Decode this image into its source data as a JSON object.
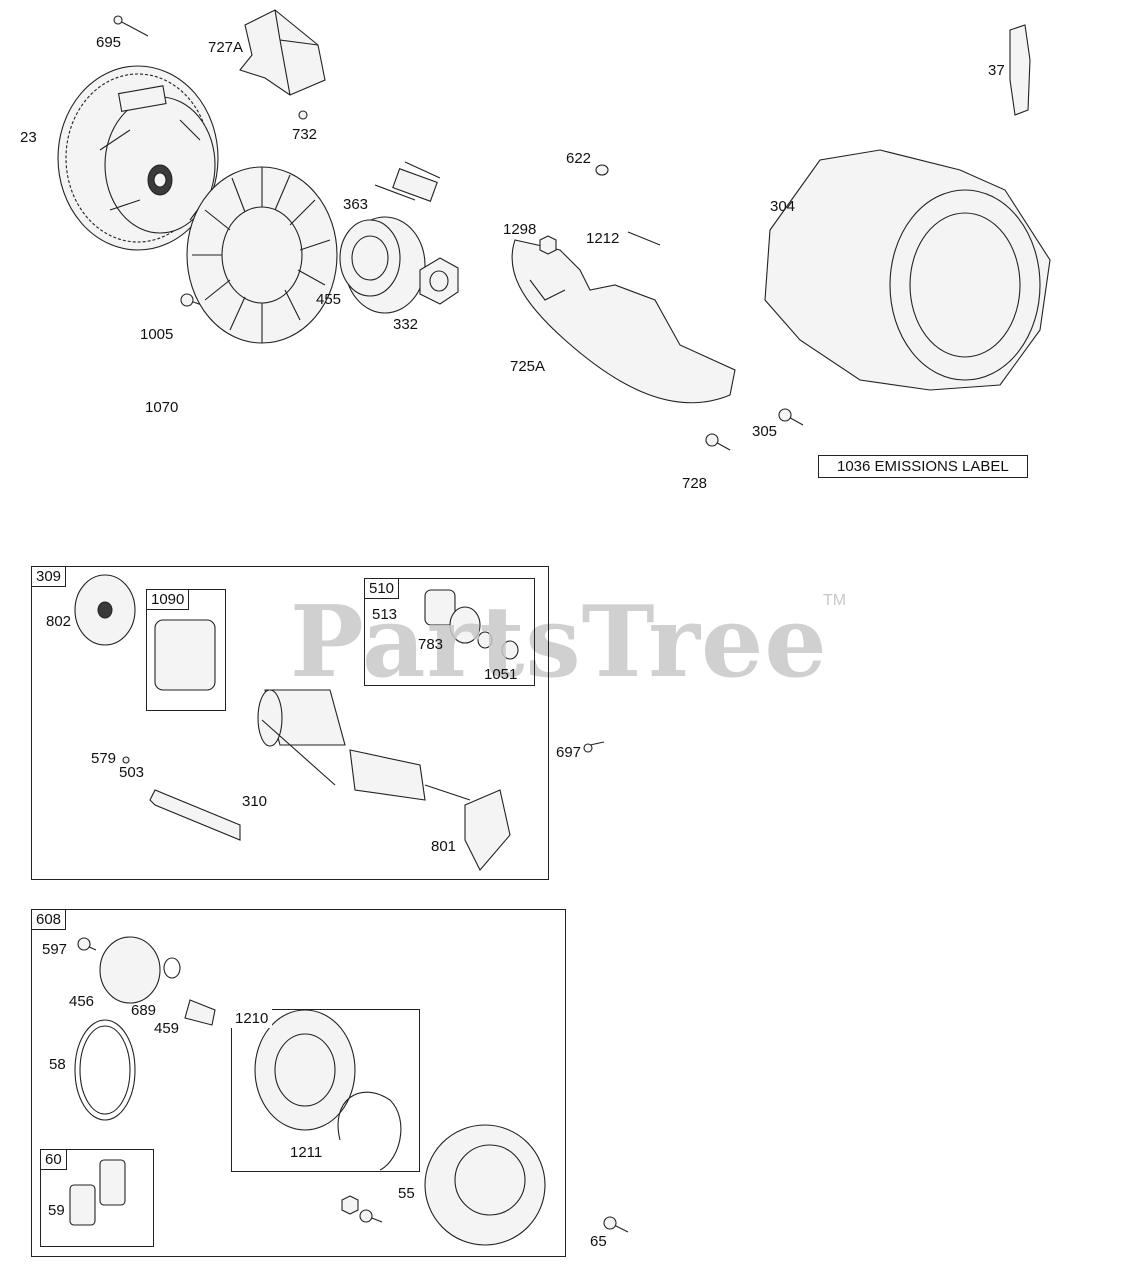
{
  "watermark": {
    "brand": "PartsTree",
    "tm": "TM"
  },
  "label_1036": "1036 EMISSIONS LABEL",
  "boxes": {
    "b309": "309",
    "b1090": "1090",
    "b510": "510",
    "b608": "608",
    "b1210": "1210",
    "b60": "60"
  },
  "callouts": {
    "c695": "695",
    "c727A": "727A",
    "c23": "23",
    "c732": "732",
    "c363": "363",
    "c622": "622",
    "c37": "37",
    "c304": "304",
    "c1298": "1298",
    "c1212": "1212",
    "c1005": "1005",
    "c455": "455",
    "c332": "332",
    "c725A": "725A",
    "c1070": "1070",
    "c305": "305",
    "c728": "728",
    "c802": "802",
    "c513": "513",
    "c783": "783",
    "c1051": "1051",
    "c579": "579",
    "c697": "697",
    "c503": "503",
    "c310": "310",
    "c801": "801",
    "c597": "597",
    "c456": "456",
    "c689": "689",
    "c459": "459",
    "c58": "58",
    "c1211": "1211",
    "c55": "55",
    "c59": "59",
    "c65": "65"
  }
}
